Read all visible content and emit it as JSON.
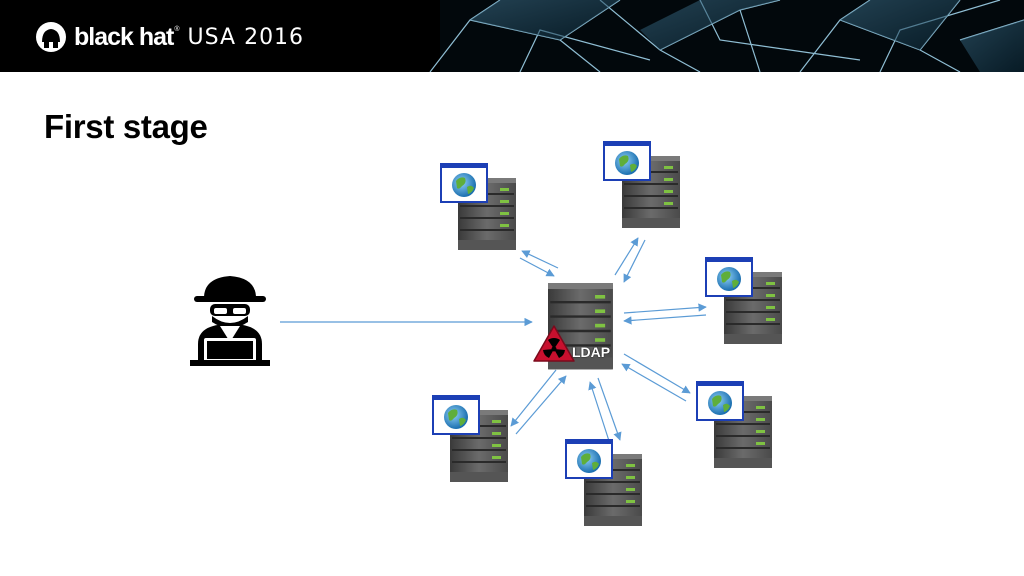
{
  "header": {
    "brand": "black hat",
    "brand_mark": "®",
    "event": "USA 2016"
  },
  "slide": {
    "title": "First stage"
  },
  "diagram": {
    "central_server_label": "LDAP",
    "attacker_icon": "hacker-icon",
    "hazard_icon": "radiation-warning-icon",
    "web_server_icon": "web-server-globe-icon",
    "arrow_color": "#5b9bd5",
    "hazard_color": "#c8102e"
  }
}
